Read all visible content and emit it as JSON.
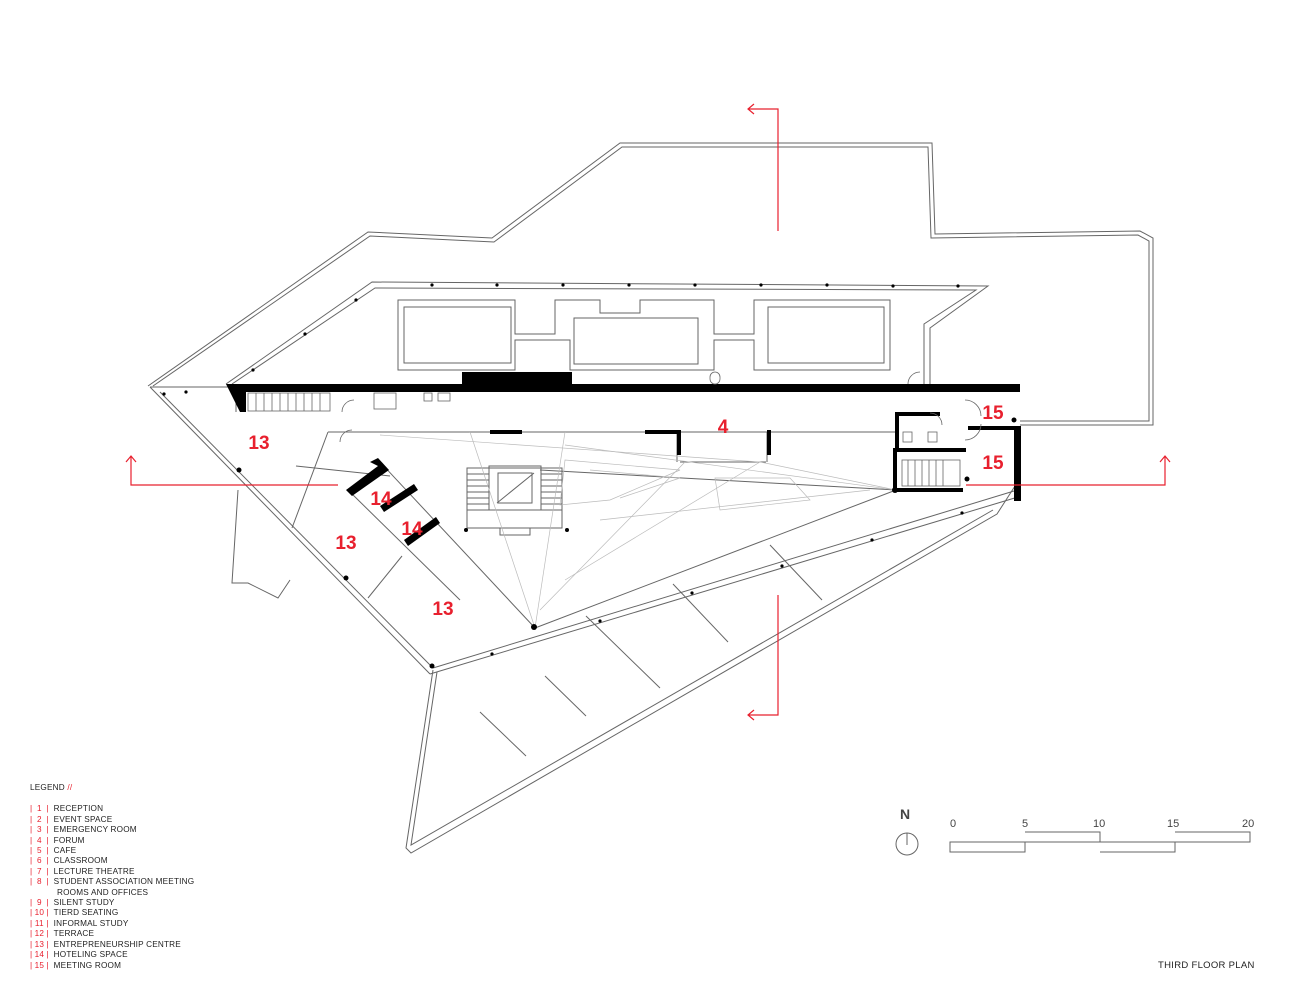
{
  "plan_title": "THIRD FLOOR PLAN",
  "legend": {
    "title": "LEGEND",
    "title_mark": "//",
    "items": [
      {
        "num": "1",
        "name": "RECEPTION"
      },
      {
        "num": "2",
        "name": "EVENT SPACE"
      },
      {
        "num": "3",
        "name": "EMERGENCY ROOM"
      },
      {
        "num": "4",
        "name": "FORUM"
      },
      {
        "num": "5",
        "name": "CAFE"
      },
      {
        "num": "6",
        "name": "CLASSROOM"
      },
      {
        "num": "7",
        "name": "LECTURE THEATRE"
      },
      {
        "num": "8",
        "name": "STUDENT ASSOCIATION MEETING",
        "continuation": "ROOMS AND OFFICES"
      },
      {
        "num": "9",
        "name": "SILENT STUDY"
      },
      {
        "num": "10",
        "name": "TIERD SEATING"
      },
      {
        "num": "11",
        "name": "INFORMAL STUDY"
      },
      {
        "num": "12",
        "name": "TERRACE"
      },
      {
        "num": "13",
        "name": "ENTREPRENEURSHIP CENTRE"
      },
      {
        "num": "14",
        "name": "HOTELING SPACE"
      },
      {
        "num": "15",
        "name": "MEETING ROOM"
      }
    ]
  },
  "room_labels": [
    "4",
    "13",
    "13",
    "13",
    "14",
    "14",
    "15",
    "15"
  ],
  "north": {
    "letter": "N"
  },
  "scale_bar": {
    "ticks": [
      "0",
      "5",
      "10",
      "15",
      "20"
    ]
  },
  "colors": {
    "accent": "#e8202e",
    "line": "#555555",
    "wall": "#000000"
  }
}
